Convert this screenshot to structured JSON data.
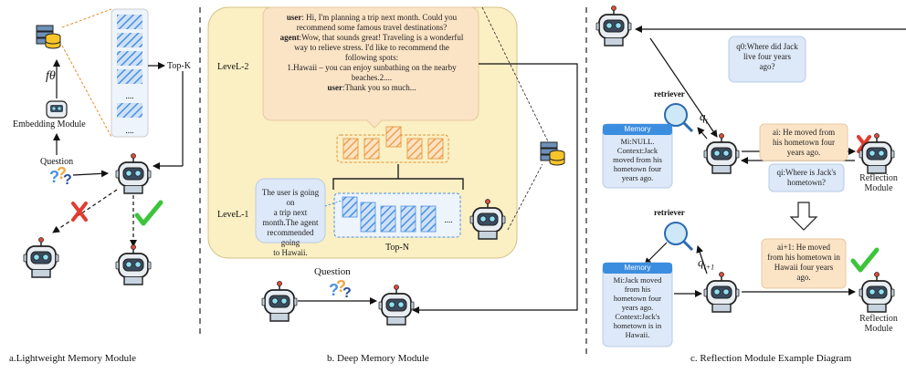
{
  "panel_a": {
    "caption": "a.Lightweight Memory Module",
    "embedding_label": "Embedding Module",
    "f_theta": "fθ",
    "topk_label": "Top-K",
    "question_label": "Question",
    "ellipsis": "....",
    "colors": {
      "blue": "#4a90e2",
      "orange_dash": "#e09030",
      "red": "#e23b2e",
      "green": "#3cc43c"
    }
  },
  "panel_b": {
    "caption": "b. Deep Memory Module",
    "level2": "LeveL-2",
    "level1": "LeveL-1",
    "dialogue": [
      {
        "speaker": "user",
        "text": "Hi, I'm planning a trip next month. Could you"
      },
      {
        "speaker": "",
        "text": "recommend some famous travel destinations?"
      },
      {
        "speaker": "agent",
        "text": "Wow, that sounds great! Traveling is a wonderful"
      },
      {
        "speaker": "",
        "text": "way to relieve stress. I'd like to recommend the"
      },
      {
        "speaker": "",
        "text": "following spots:"
      },
      {
        "speaker": "",
        "text": "1.Hawaii – you can enjoy sunbathing on the nearby"
      },
      {
        "speaker": "",
        "text": "beaches.2...."
      },
      {
        "speaker": "user",
        "text": "Thank you so much..."
      }
    ],
    "summary": [
      "The user is going on",
      "a trip next",
      "month.The agent",
      "recommended going",
      "to Hawaii."
    ],
    "topn_label": "Top-N",
    "question_label": "Question",
    "ellipsis": "....",
    "colors": {
      "panel_bg": "#fbefc4",
      "dialog_bg": "#fbe3c6",
      "summary_bg": "#dde8f8",
      "orange": "#f0a050",
      "blue": "#4a90e2"
    }
  },
  "panel_c": {
    "caption": "c. Reflection Module Example Diagram",
    "q0": [
      "q0:Where did Jack",
      "live four years",
      "ago?"
    ],
    "retriever1": "retriever",
    "retriever2": "retriever",
    "qi": "q",
    "qi_sub": "i",
    "qi1": "q",
    "qi1_sub": "i+1",
    "memory1_title": "Memory",
    "memory1": [
      "Mi:NULL.",
      "Context:Jack",
      "moved from his",
      "hometown four",
      "years ago."
    ],
    "memory2_title": "Memory",
    "memory2": [
      "Mi:Jack moved",
      "from his",
      "hometown four",
      "years ago.",
      "Context:Jack's",
      "hometown is in",
      "Hawaii."
    ],
    "ai": [
      "ai:  He moved from",
      "his hometown four",
      "years ago."
    ],
    "qi_where": [
      "qi:Where is Jack's",
      "hometown?"
    ],
    "ai1": [
      "ai+1:  He moved",
      "from his hometown in",
      "Hawaii four years",
      "ago."
    ],
    "reflection1": [
      "Reflection",
      "Module"
    ],
    "reflection2": [
      "Reflection",
      "Module"
    ],
    "colors": {
      "blue_box": "#dde8f8",
      "orange_box": "#fbe3c6",
      "memory_header": "#3b8de0",
      "red": "#e23b2e",
      "green": "#3cc43c"
    }
  }
}
